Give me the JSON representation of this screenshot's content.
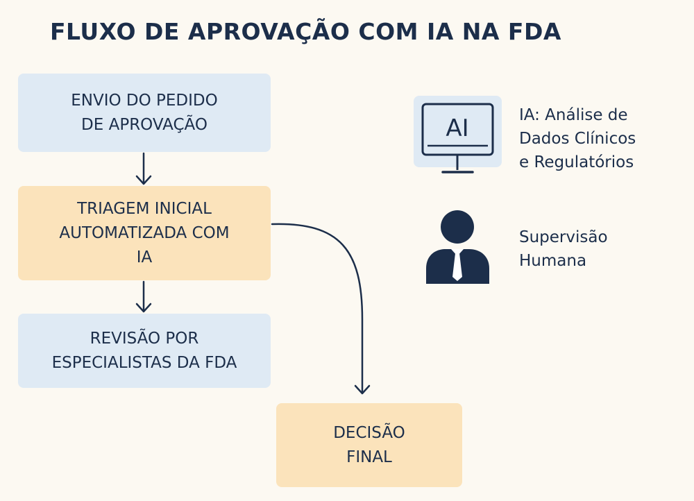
{
  "title": "FLUXO DE APROVAÇÃO COM IA NA FDA",
  "steps": [
    {
      "lines": [
        "ENVIO DO PEDIDO",
        "DE APROVAÇÃO"
      ],
      "color": "#dfeaf4"
    },
    {
      "lines": [
        "TRIAGEM INICIAL",
        "AUTOMATIZADA COM",
        "IA"
      ],
      "color": "#fbe3bb"
    },
    {
      "lines": [
        "REVISÃO POR",
        "ESPECIALISTAS DA FDA"
      ],
      "color": "#dfeaf4"
    },
    {
      "lines": [
        "DECISÃO",
        "FINAL"
      ],
      "color": "#fbe3bb"
    }
  ],
  "legend": {
    "ai": {
      "icon": "computer-ai-icon",
      "screen_text": "AI",
      "lines": [
        "IA: Análise de",
        "Dados Clínicos",
        "e Regulatórios"
      ]
    },
    "human": {
      "icon": "person-icon",
      "lines": [
        "Supervisão",
        "Humana"
      ]
    }
  },
  "colors": {
    "text": "#1c2e4a",
    "blue_box": "#dfeaf4",
    "orange_box": "#fbe3bb",
    "background": "#fcf9f2"
  }
}
